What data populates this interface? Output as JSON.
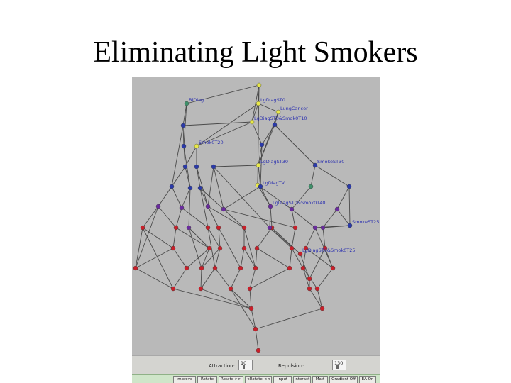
{
  "slide": {
    "title": "Eliminating Light Smokers"
  },
  "graph": {
    "nodes": [
      {
        "id": 0,
        "color": "yellow"
      },
      {
        "id": 1,
        "color": "green",
        "label": "BiDiag"
      },
      {
        "id": 2,
        "color": "yellow",
        "label": "LgDiagST0"
      },
      {
        "id": 3,
        "color": "yellow",
        "label": "LungCancer"
      },
      {
        "id": 4,
        "color": "yellow",
        "label": "LgDiagST0&Smok0T10"
      },
      {
        "id": 5,
        "color": "blue"
      },
      {
        "id": 6,
        "color": "blue"
      },
      {
        "id": 7,
        "color": "yellow",
        "label": "Smok0T20"
      },
      {
        "id": 8,
        "color": "blue"
      },
      {
        "id": 9,
        "color": "blue"
      },
      {
        "id": 10,
        "color": "yellow",
        "label": "LgDiagST30"
      },
      {
        "id": 11,
        "color": "blue",
        "label": "SmokeST30"
      },
      {
        "id": 12,
        "color": "blue"
      },
      {
        "id": 13,
        "color": "blue"
      },
      {
        "id": 14,
        "color": "blue"
      },
      {
        "id": 15,
        "color": "yellow"
      },
      {
        "id": 16,
        "color": "blue"
      },
      {
        "id": 17,
        "color": "blue",
        "label": "LgDiagTV"
      },
      {
        "id": 18,
        "color": "green"
      },
      {
        "id": 19,
        "color": "blue"
      },
      {
        "id": 20,
        "color": "blue"
      },
      {
        "id": 21,
        "color": "blue"
      },
      {
        "id": 22,
        "color": "purple"
      },
      {
        "id": 23,
        "color": "purple"
      },
      {
        "id": 24,
        "color": "purple"
      },
      {
        "id": 25,
        "color": "purple",
        "label": "LgDiagST0&Smok0T40"
      },
      {
        "id": 26,
        "color": "purple"
      },
      {
        "id": 27,
        "color": "purple"
      },
      {
        "id": 28,
        "color": "purple"
      },
      {
        "id": 29,
        "color": "blue",
        "label": "SmokeST25"
      },
      {
        "id": 30,
        "color": "red"
      },
      {
        "id": 31,
        "color": "red"
      },
      {
        "id": 32,
        "color": "purple"
      },
      {
        "id": 33,
        "color": "red"
      },
      {
        "id": 34,
        "color": "red"
      },
      {
        "id": 35,
        "color": "red"
      },
      {
        "id": 36,
        "color": "red"
      },
      {
        "id": 37,
        "color": "purple"
      },
      {
        "id": 38,
        "color": "red"
      },
      {
        "id": 39,
        "color": "purple"
      },
      {
        "id": 40,
        "color": "purple"
      },
      {
        "id": 41,
        "color": "red"
      },
      {
        "id": 42,
        "color": "red"
      },
      {
        "id": 43,
        "color": "red"
      },
      {
        "id": 44,
        "color": "red"
      },
      {
        "id": 45,
        "color": "red"
      },
      {
        "id": 46,
        "color": "red"
      },
      {
        "id": 47,
        "color": "red"
      },
      {
        "id": 48,
        "color": "red"
      },
      {
        "id": 49,
        "color": "red",
        "label": "LgDiagST0&Smok0T25"
      },
      {
        "id": 50,
        "color": "red"
      },
      {
        "id": 51,
        "color": "red"
      },
      {
        "id": 52,
        "color": "red"
      },
      {
        "id": 53,
        "color": "red"
      },
      {
        "id": 54,
        "color": "red"
      },
      {
        "id": 55,
        "color": "red"
      },
      {
        "id": 56,
        "color": "red"
      },
      {
        "id": 57,
        "color": "red"
      },
      {
        "id": 58,
        "color": "red"
      },
      {
        "id": 59,
        "color": "red"
      },
      {
        "id": 60,
        "color": "red"
      },
      {
        "id": 61,
        "color": "red"
      },
      {
        "id": 62,
        "color": "red"
      },
      {
        "id": 63,
        "color": "red"
      },
      {
        "id": 64,
        "color": "red"
      },
      {
        "id": 65,
        "color": "red"
      },
      {
        "id": 66,
        "color": "red"
      },
      {
        "id": 67,
        "color": "red"
      },
      {
        "id": 68,
        "color": "red"
      },
      {
        "id": 69,
        "color": "red"
      }
    ],
    "colors": {
      "yellow": "#e8e84a",
      "green": "#3f8f6a",
      "blue": "#2b3aa8",
      "purple": "#6a2c9e",
      "red": "#c8202a",
      "edge": "#4a4a4a"
    }
  },
  "controls": {
    "attraction_label": "Attraction:",
    "attraction_value": "10",
    "repulsion_label": "Repulsion:",
    "repulsion_value": "130"
  },
  "buttons": {
    "improve": "Improve",
    "rotate": "Rotate",
    "rotate_right": "Rotate >>",
    "rotate_left": "<Rotate <<",
    "input": "Input",
    "interact": "Interact",
    "matt": "Matt",
    "gradient_off": "Gradient Off",
    "ea_on": "EA On"
  }
}
